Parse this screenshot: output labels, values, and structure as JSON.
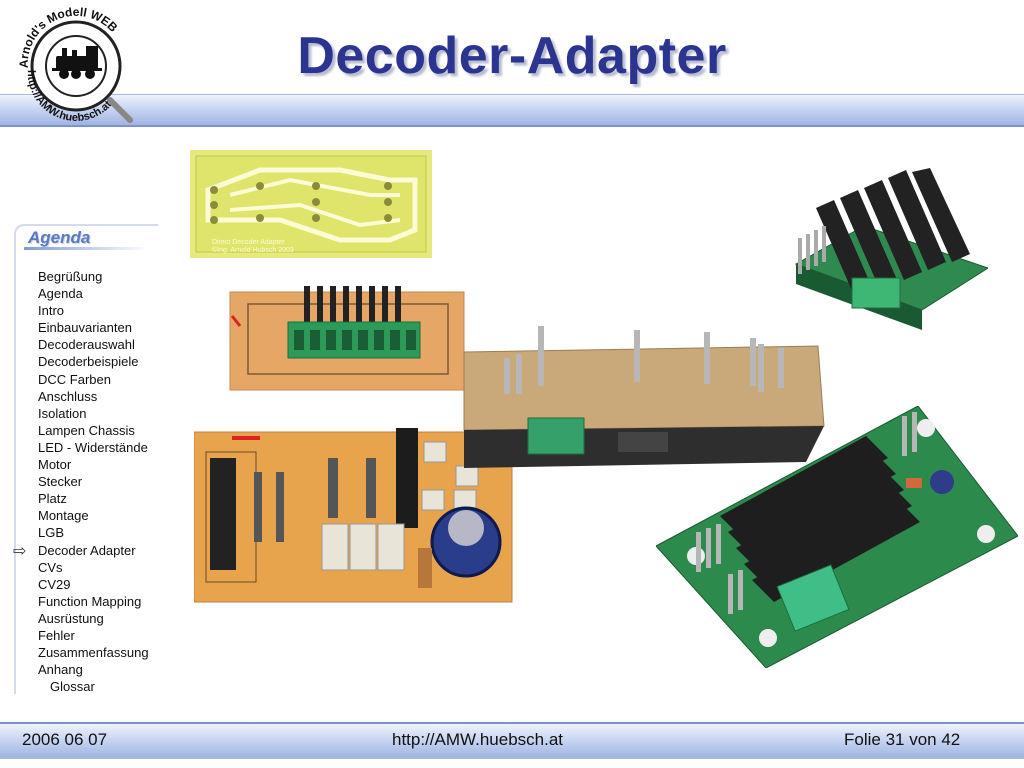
{
  "slide": {
    "title": "Decoder-Adapter",
    "logo": {
      "top_text": "Arnold's Modell WEB",
      "bottom_text": "http://AMW.huebsch.at",
      "icon": "steam-locomotive-icon"
    },
    "agenda": {
      "heading": "Agenda",
      "items": [
        "Begrüßung",
        "Agenda",
        "Intro",
        "Einbauvarianten",
        "Decoderauswahl",
        "Decoderbeispiele",
        "DCC Farben",
        "Anschluss",
        "Isolation",
        "Lampen Chassis",
        "LED - Widerstände",
        "Motor",
        "Stecker",
        "Platz",
        "Montage",
        "LGB",
        "Decoder Adapter",
        "CVs",
        "CV29",
        "Function Mapping",
        "Ausrüstung",
        "Fehler",
        "Zusammenfassung",
        "Anhang",
        "Glossar"
      ],
      "current_marker": "⇨",
      "current_item": "Decoder Adapter"
    },
    "photos": {
      "pcb_label": "Direct Decoder Adapter",
      "pcb_copyright": "©Ing. Arnold Hubsch 2003"
    },
    "footer": {
      "date": "2006 06 07",
      "url": "http://AMW.huebsch.at",
      "slide_number": "Folie 31 von  42"
    }
  },
  "colors": {
    "title": "#2b3590",
    "band": "#9fb4e2",
    "agenda_heading": "#5b78c4"
  }
}
